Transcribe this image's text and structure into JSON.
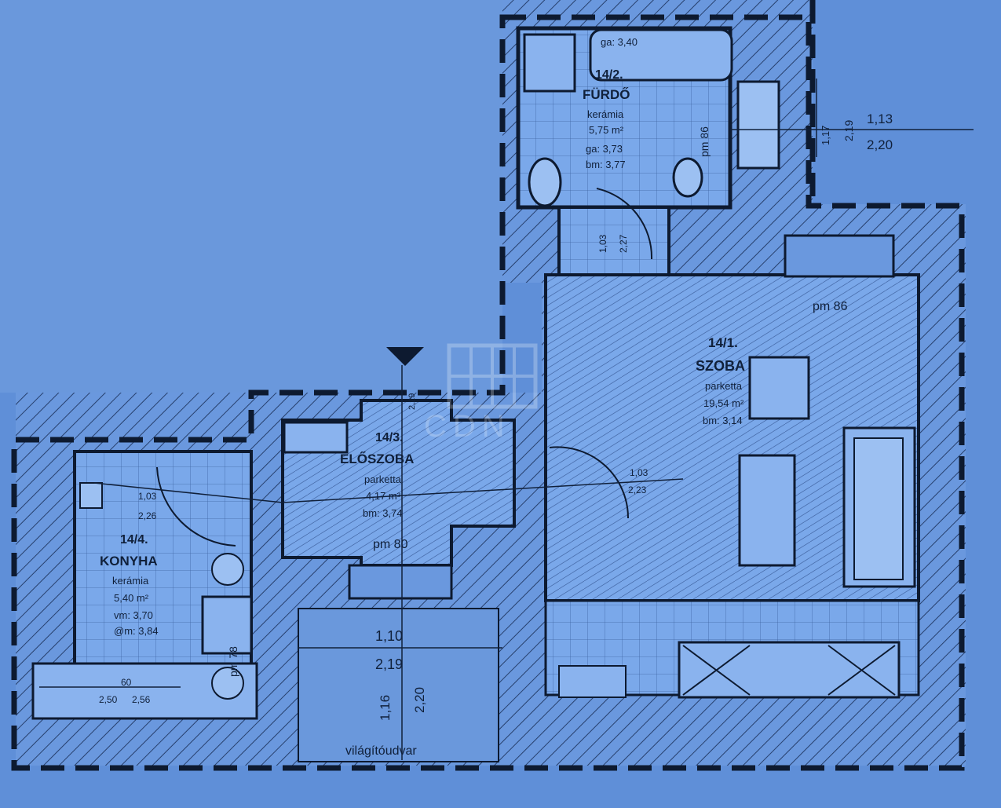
{
  "rooms": {
    "furdo": {
      "number": "14/2.",
      "name": "FÜRDŐ",
      "floor": "kerámia",
      "area": "5,75 m²",
      "line1": "ga: 3,73",
      "line2": "bm: 3,77",
      "tub": "ga: 3,40",
      "door": "pm 86"
    },
    "szoba": {
      "number": "14/1.",
      "name": "SZOBA",
      "floor": "parketta",
      "area": "19,54 m²",
      "line1": "bm: 3,14",
      "door": "pm 86"
    },
    "eloszoba": {
      "number": "14/3.",
      "name": "ELŐSZOBA",
      "floor": "parketta",
      "area": "4,17 m²",
      "line1": "bm: 3,74",
      "door": "pm 80"
    },
    "konyha": {
      "number": "14/4.",
      "name": "KONYHA",
      "floor": "kerámia",
      "area": "5,40 m²",
      "line1": "vm: 3,70",
      "line2": "@m: 3,84",
      "door": "pm 78"
    }
  },
  "dimensions": {
    "bath_window": [
      "1,17",
      "2,19",
      "1,13",
      "2,20"
    ],
    "bath_door": [
      "1,03",
      "2,27"
    ],
    "hall_top": [
      "2,29"
    ],
    "living_door": [
      "1,03",
      "2,23"
    ],
    "kitchen_left": [
      "1,03",
      "2,26"
    ],
    "court": [
      "1,10",
      "2,19",
      "1,16",
      "2,20"
    ],
    "kitchen_bottom": [
      "60",
      "2,50",
      "2,56"
    ]
  },
  "courtyard_label": "világítóudvar",
  "watermark": "CDN"
}
